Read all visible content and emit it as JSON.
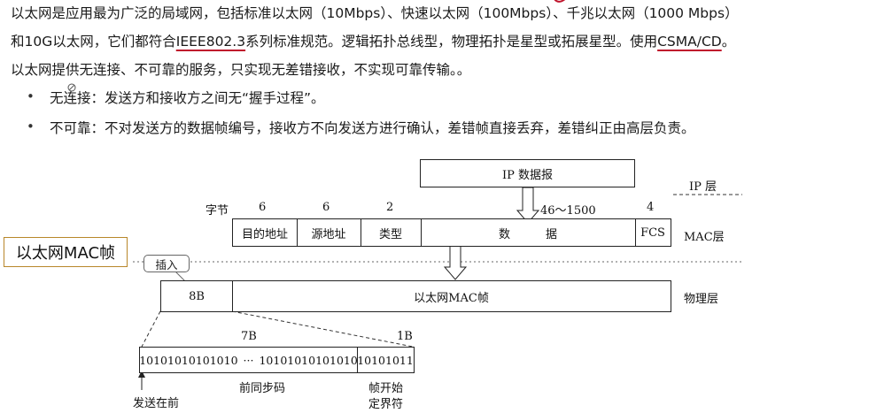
{
  "text": {
    "p1": {
      "a": "以太网是应用最为广泛的局域网，包括标准以太网（10Mbps）、快速以太网（100Mbps）、千兆以太网（1000 Mbps）"
    },
    "p2": {
      "a": "和10G以太网，它们都符合",
      "b": "IEEE802.3",
      "c": "系列标准规范。逻辑拓扑总线型，物理拓扑是星型或拓展星型。使用",
      "d": "CSMA/CD",
      "e": "。"
    },
    "p3": "以太网提供无连接、不可靠的服务，只实现无差错接收，不实现可靠传输。。",
    "bullets": [
      "无连接：发送方和接收方之间无“握手过程”。",
      "不可靠：不对发送方的数据帧编号，接收方不向发送方进行确认，差错帧直接丢弃，差错纠正由高层负责。"
    ],
    "bullet_glyph": "•"
  },
  "diagram": {
    "title_tag": "以太网MAC帧",
    "callout": "插入",
    "ip_packet": "IP 数据报",
    "layers": {
      "ip": "IP 层",
      "mac": "MAC层",
      "phy": "物理层"
    },
    "byte_label": "字节",
    "field_sizes": {
      "dest": "6",
      "src": "6",
      "type": "2",
      "data": "46～1500",
      "fcs": "4"
    },
    "fields": {
      "dest": "目的地址",
      "src": "源地址",
      "type": "类型",
      "data1": "数",
      "data2": "据",
      "fcs": "FCS"
    },
    "phy_frame": {
      "pre": "8B",
      "body": "以太网MAC帧"
    },
    "preamble": {
      "size_7b": "7B",
      "size_1b": "1B",
      "bits_left": "10101010101010",
      "ellipsis": "···",
      "bits_right": "10101010101010",
      "sfd_bits": "10101011",
      "label_pre": "前同步码",
      "label_sfd_1": "帧开始",
      "label_sfd_2": "定界符",
      "send_first": "发送在前"
    }
  }
}
